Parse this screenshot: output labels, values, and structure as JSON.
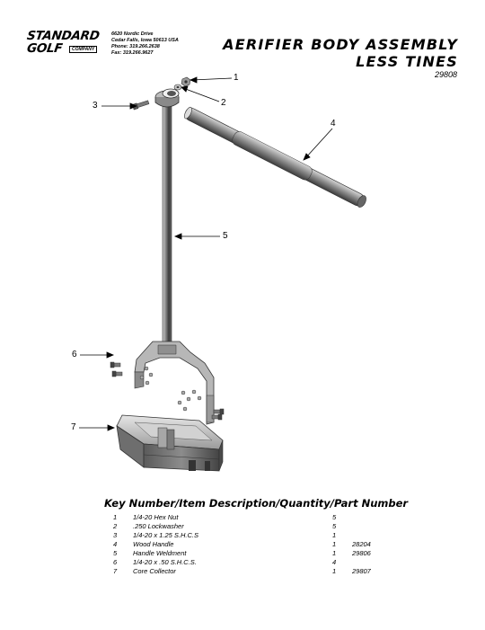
{
  "company": {
    "logo_line1": "STANDARD",
    "logo_line2": "GOLF",
    "logo_sub": "COMPANY",
    "address": [
      "6620 Nordic Drive",
      "Cedar Falls, Iowa  50613  USA",
      "Phone: 319.266.2638",
      "Fax: 319.266.9627"
    ]
  },
  "document": {
    "title_line1": "AERIFIER BODY ASSEMBLY",
    "title_line2": "LESS TINES",
    "part_number": "29808"
  },
  "callouts": [
    {
      "id": "1",
      "label": "1"
    },
    {
      "id": "2",
      "label": "2"
    },
    {
      "id": "3",
      "label": "3"
    },
    {
      "id": "4",
      "label": "4"
    },
    {
      "id": "5",
      "label": "5"
    },
    {
      "id": "6",
      "label": "6"
    },
    {
      "id": "7",
      "label": "7"
    }
  ],
  "parts_table": {
    "title": "Key Number/Item Description/Quantity/Part Number",
    "rows": [
      {
        "key": "1",
        "description": "1/4-20 Hex Nut",
        "quantity": "5",
        "part": ""
      },
      {
        "key": "2",
        "description": ".250 Lockwasher",
        "quantity": "5",
        "part": ""
      },
      {
        "key": "3",
        "description": "1/4-20 x 1.25 S.H.C.S",
        "quantity": "1",
        "part": ""
      },
      {
        "key": "4",
        "description": "Wood Handle",
        "quantity": "1",
        "part": "28204"
      },
      {
        "key": "5",
        "description": "Handle Weldment",
        "quantity": "1",
        "part": "29806"
      },
      {
        "key": "6",
        "description": "1/4-20 x .50 S.H.C.S.",
        "quantity": "4",
        "part": ""
      },
      {
        "key": "7",
        "description": "Core Collector",
        "quantity": "1",
        "part": "29807"
      }
    ]
  }
}
